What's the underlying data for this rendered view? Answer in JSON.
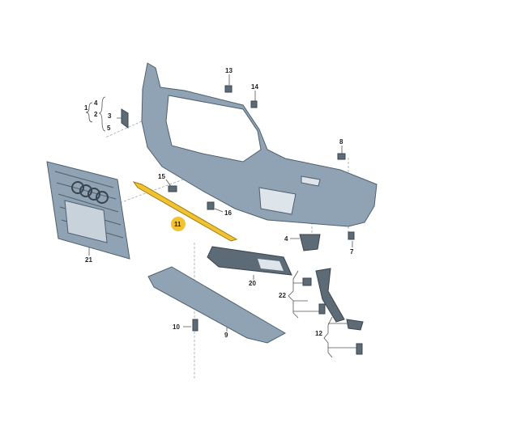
{
  "diagram": {
    "accent_color": "#f2c230",
    "part_color": "#8fa3b4",
    "labels": {
      "l13": "13",
      "l14": "14",
      "l1": "1",
      "l4a": "4",
      "l2": "2",
      "l3": "3",
      "l5": "5",
      "l8": "8",
      "l15": "15",
      "l11": "11",
      "l16": "16",
      "l21": "21",
      "l4b": "4",
      "l7": "7",
      "l20": "20",
      "l22": "22",
      "l10": "10",
      "l9": "9",
      "l12": "12"
    }
  }
}
